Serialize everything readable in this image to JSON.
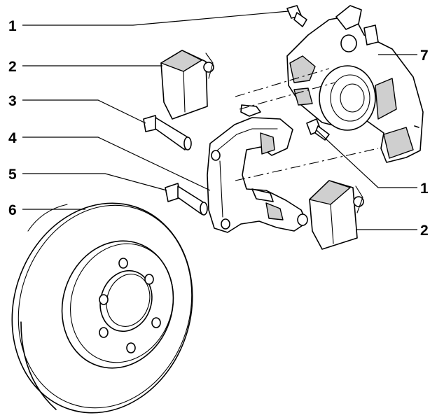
{
  "callouts": [
    {
      "id": "c1a",
      "label": "1"
    },
    {
      "id": "c2a",
      "label": "2"
    },
    {
      "id": "c3",
      "label": "3"
    },
    {
      "id": "c4",
      "label": "4"
    },
    {
      "id": "c5",
      "label": "5"
    },
    {
      "id": "c6",
      "label": "6"
    },
    {
      "id": "c7",
      "label": "7"
    },
    {
      "id": "c1b",
      "label": "1"
    },
    {
      "id": "c2b",
      "label": "2"
    }
  ]
}
